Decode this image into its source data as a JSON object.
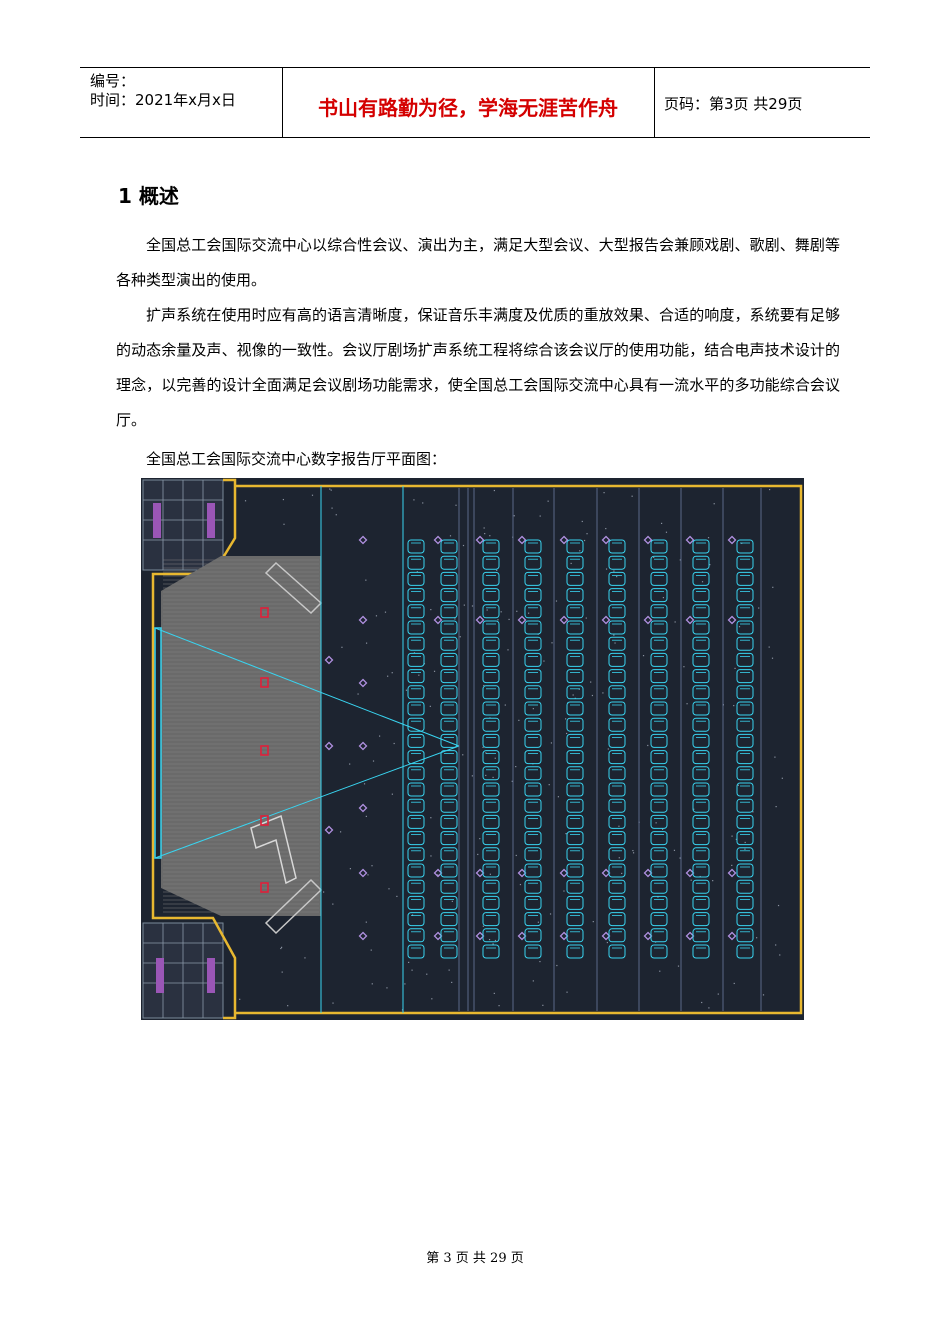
{
  "header": {
    "number_label": "编号：",
    "time_label": "时间：2021年x月x日",
    "motto": "书山有路勤为径，学海无涯苦作舟",
    "page_info": "页码：第3页  共29页"
  },
  "section": {
    "title": "1  概述",
    "paragraphs": [
      "全国总工会国际交流中心以综合性会议、演出为主，满足大型会议、大型报告会兼顾戏剧、歌剧、舞剧等各种类型演出的使用。",
      "扩声系统在使用时应有高的语言清晰度，保证音乐丰满度及优质的重放效果、合适的响度，系统要有足够的动态余量及声、视像的一致性。会议厅剧场扩声系统工程将综合该会议厅的使用功能，结合电声技术设计的理念，以完善的设计全面满足会议剧场功能需求，使全国总工会国际交流中心具有一流水平的多功能综合会议厅。"
    ],
    "caption": "全国总工会国际交流中心数字报告厅平面图："
  },
  "floor_plan": {
    "background": "#1d2430",
    "wall_color": "#e8b830",
    "seat_color": "#39d4f0",
    "stage_color": "#6a6a6a",
    "speaker_color": "#e0203a",
    "diffuser_color": "#b090e0",
    "door_color": "#9a56b6",
    "seat_rows_per_column": 26
  },
  "footer": {
    "text": "第 3 页 共 29 页"
  }
}
